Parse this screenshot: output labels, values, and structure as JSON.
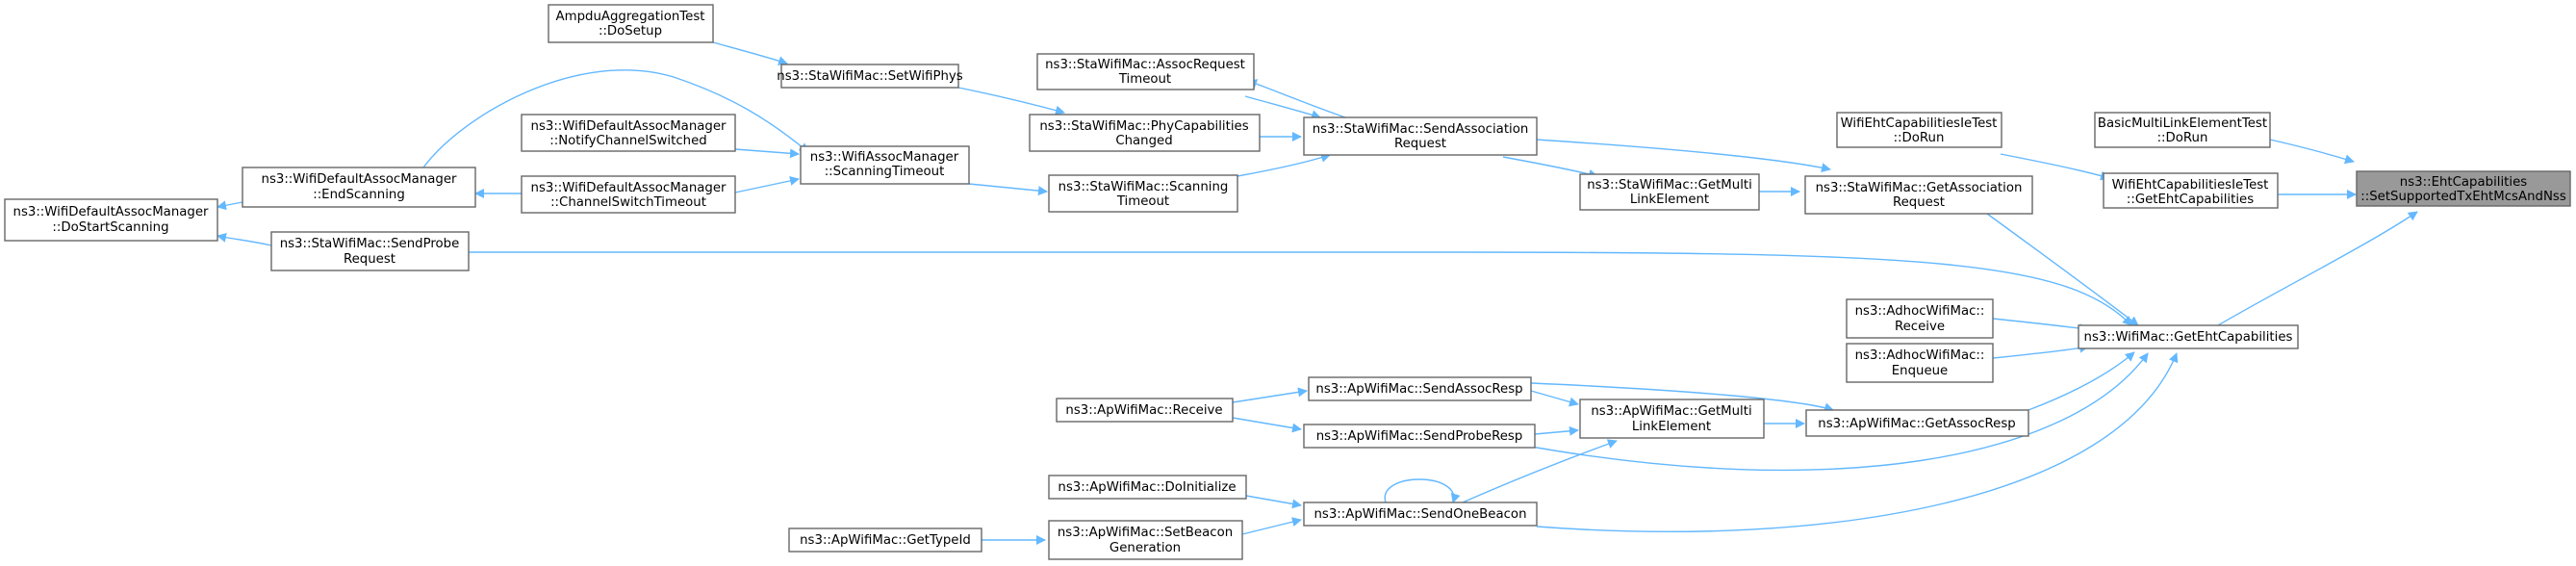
{
  "graph": {
    "type": "caller-graph",
    "colors": {
      "edge": "#63b8ff",
      "node_border": "#666666",
      "node_fill": "#ffffff",
      "highlight_fill": "#999999"
    },
    "nodes": [
      {
        "id": "root",
        "lines": [
          "ns3::EhtCapabilities",
          "::SetSupportedTxEhtMcsAndNss"
        ],
        "highlight": true
      },
      {
        "id": "bmle",
        "lines": [
          "BasicMultiLinkElementTest",
          "::DoRun"
        ]
      },
      {
        "id": "wecgec",
        "lines": [
          "WifiEhtCapabilitiesIeTest",
          "::GetEhtCapabilities"
        ]
      },
      {
        "id": "wecdo",
        "lines": [
          "WifiEhtCapabilitiesIeTest",
          "::DoRun"
        ]
      },
      {
        "id": "wmgec",
        "lines": [
          "ns3::WifiMac::GetEhtCapabilities"
        ]
      },
      {
        "id": "smgar",
        "lines": [
          "ns3::StaWifiMac::GetAssociation",
          "Request"
        ]
      },
      {
        "id": "smgml",
        "lines": [
          "ns3::StaWifiMac::GetMulti",
          "LinkElement"
        ]
      },
      {
        "id": "smsar",
        "lines": [
          "ns3::StaWifiMac::SendAssociation",
          "Request"
        ]
      },
      {
        "id": "smart",
        "lines": [
          "ns3::StaWifiMac::AssocRequest",
          "Timeout"
        ]
      },
      {
        "id": "smpcc",
        "lines": [
          "ns3::StaWifiMac::PhyCapabilities",
          "Changed"
        ]
      },
      {
        "id": "smst",
        "lines": [
          "ns3::StaWifiMac::Scanning",
          "Timeout"
        ]
      },
      {
        "id": "smswp",
        "lines": [
          "ns3::StaWifiMac::SetWifiPhys"
        ]
      },
      {
        "id": "aatds",
        "lines": [
          "AmpduAggregationTest",
          "::DoSetup"
        ]
      },
      {
        "id": "wamst",
        "lines": [
          "ns3::WifiAssocManager",
          "::ScanningTimeout"
        ]
      },
      {
        "id": "wdamncs",
        "lines": [
          "ns3::WifiDefaultAssocManager",
          "::NotifyChannelSwitched"
        ]
      },
      {
        "id": "wdamcst",
        "lines": [
          "ns3::WifiDefaultAssocManager",
          "::ChannelSwitchTimeout"
        ]
      },
      {
        "id": "wdames",
        "lines": [
          "ns3::WifiDefaultAssocManager",
          "::EndScanning"
        ]
      },
      {
        "id": "wdamdss",
        "lines": [
          "ns3::WifiDefaultAssocManager",
          "::DoStartScanning"
        ]
      },
      {
        "id": "smspr",
        "lines": [
          "ns3::StaWifiMac::SendProbe",
          "Request"
        ]
      },
      {
        "id": "adrec",
        "lines": [
          "ns3::AdhocWifiMac::",
          "Receive"
        ]
      },
      {
        "id": "adenq",
        "lines": [
          "ns3::AdhocWifiMac::",
          "Enqueue"
        ]
      },
      {
        "id": "apgar",
        "lines": [
          "ns3::ApWifiMac::GetAssocResp"
        ]
      },
      {
        "id": "apgml",
        "lines": [
          "ns3::ApWifiMac::GetMulti",
          "LinkElement"
        ]
      },
      {
        "id": "apsar",
        "lines": [
          "ns3::ApWifiMac::SendAssocResp"
        ]
      },
      {
        "id": "apspr",
        "lines": [
          "ns3::ApWifiMac::SendProbeResp"
        ]
      },
      {
        "id": "aprec",
        "lines": [
          "ns3::ApWifiMac::Receive"
        ]
      },
      {
        "id": "apsob",
        "lines": [
          "ns3::ApWifiMac::SendOneBeacon"
        ]
      },
      {
        "id": "apdoi",
        "lines": [
          "ns3::ApWifiMac::DoInitialize"
        ]
      },
      {
        "id": "apsbg",
        "lines": [
          "ns3::ApWifiMac::SetBeacon",
          "Generation"
        ]
      },
      {
        "id": "apgti",
        "lines": [
          "ns3::ApWifiMac::GetTypeId"
        ]
      }
    ]
  }
}
